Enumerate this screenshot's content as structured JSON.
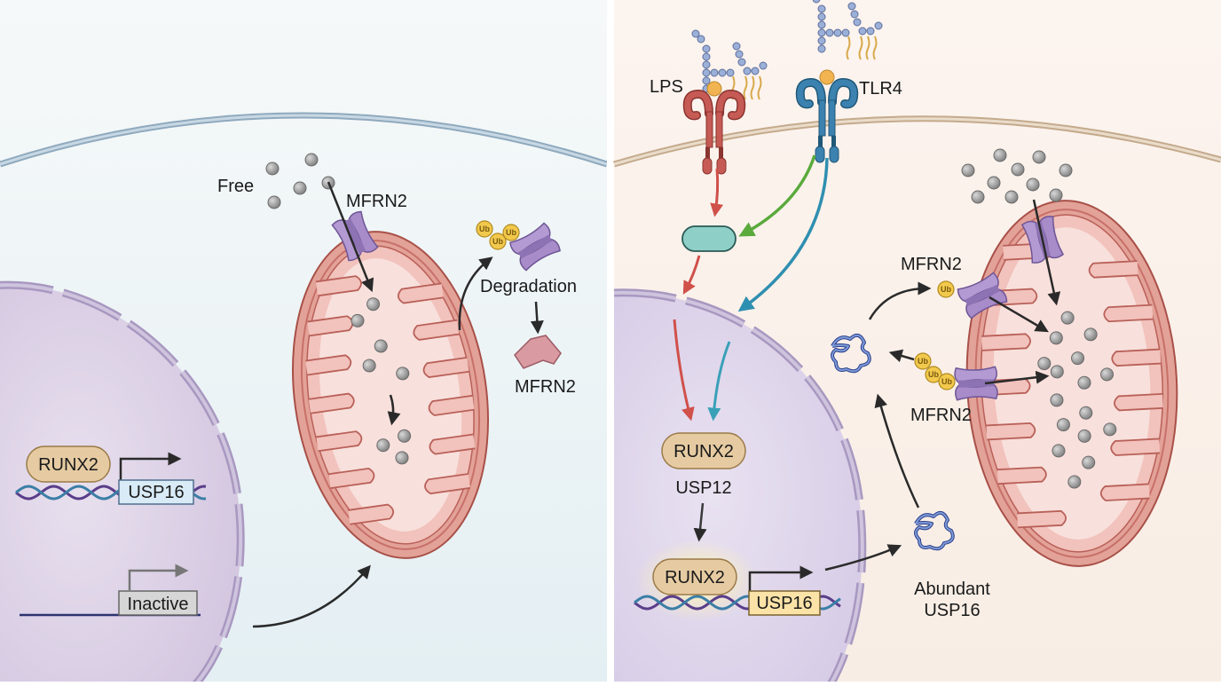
{
  "figure": {
    "panels": [
      {
        "id": "left",
        "condition": "baseline",
        "colors": {
          "background_top": "#f4f8f8",
          "background_bottom": "#e6f0f4",
          "membrane": "#a9c0d0",
          "nucleus": "#d9cfe4"
        },
        "labels": {
          "free": "Free",
          "mfrn2_transporter": "MFRN2",
          "degradation": "Degradation",
          "degraded_mfrn2": "MFRN2",
          "runx2": "RUNX2",
          "usp16_gene": "USP16",
          "inactive_gene": "Inactive"
        },
        "ubiquitin": [
          "Ub",
          "Ub",
          "Ub"
        ]
      },
      {
        "id": "right",
        "condition": "LPS stimulation",
        "colors": {
          "background_top": "#fbf2ec",
          "background_bottom": "#f7ece3",
          "membrane": "#d8c4aa",
          "nucleus": "#ddd3ea",
          "lps_receptor": "#c65a55",
          "tlr4": "#3c82b0",
          "adaptor": "#8ed0c8",
          "arrow_red": "#d0504a",
          "arrow_green": "#5aaa3c",
          "arrow_blue": "#2f8fb0"
        },
        "labels": {
          "lps": "LPS",
          "tlr4": "TLR4",
          "runx2_top": "RUNX2",
          "usp12": "USP12",
          "runx2_bottom": "RUNX2",
          "usp16_gene": "USP16",
          "mfrn2_upper": "MFRN2",
          "mfrn2_lower": "MFRN2",
          "abundant_line1": "Abundant",
          "abundant_line2": "USP16"
        },
        "ubiquitin_upper": [
          "Ub"
        ],
        "ubiquitin_lower": [
          "Ub",
          "Ub",
          "Ub"
        ]
      }
    ],
    "palette": {
      "mito_outer": "#e3a298",
      "mito_matrix": "#f7dcd8",
      "mito_stroke": "#a85048",
      "transporter": "#b49ad2",
      "transporter_stroke": "#6f5696",
      "iron": "#9a9a9a",
      "ub": "#f2c94c",
      "runx2": "#e6cba2",
      "arrow": "#2a2a2a"
    }
  }
}
